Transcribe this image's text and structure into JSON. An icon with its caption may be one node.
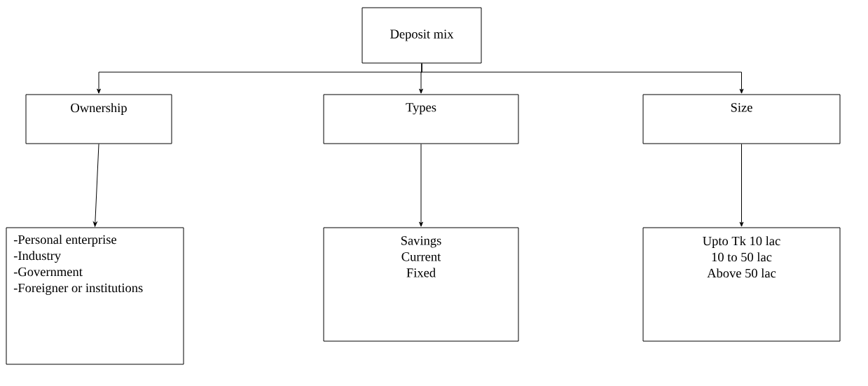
{
  "diagram": {
    "nodes": [
      {
        "text": [
          "Deposit mix"
        ]
      },
      {
        "text": [
          "Ownership"
        ]
      },
      {
        "text": [
          "Types"
        ]
      },
      {
        "text": [
          "Size"
        ]
      },
      {
        "text": [
          "-Personal enterprise",
          "-Industry",
          "-Government",
          "-Foreigner or institutions"
        ]
      },
      {
        "text": [
          "Savings",
          "Current",
          "Fixed"
        ]
      },
      {
        "text": [
          "Upto Tk 10 lac",
          "10 to 50  lac",
          "Above 50 lac"
        ]
      }
    ],
    "edges": [
      {
        "from": 0,
        "to": 1,
        "arrow": "to"
      },
      {
        "from": 0,
        "to": 2,
        "arrow": "to"
      },
      {
        "from": 0,
        "to": 3,
        "arrow": "to"
      },
      {
        "from": 1,
        "to": 4,
        "arrow": "to"
      },
      {
        "from": 2,
        "to": 5,
        "arrow": "to"
      },
      {
        "from": 3,
        "to": 6,
        "arrow": "to"
      }
    ]
  }
}
